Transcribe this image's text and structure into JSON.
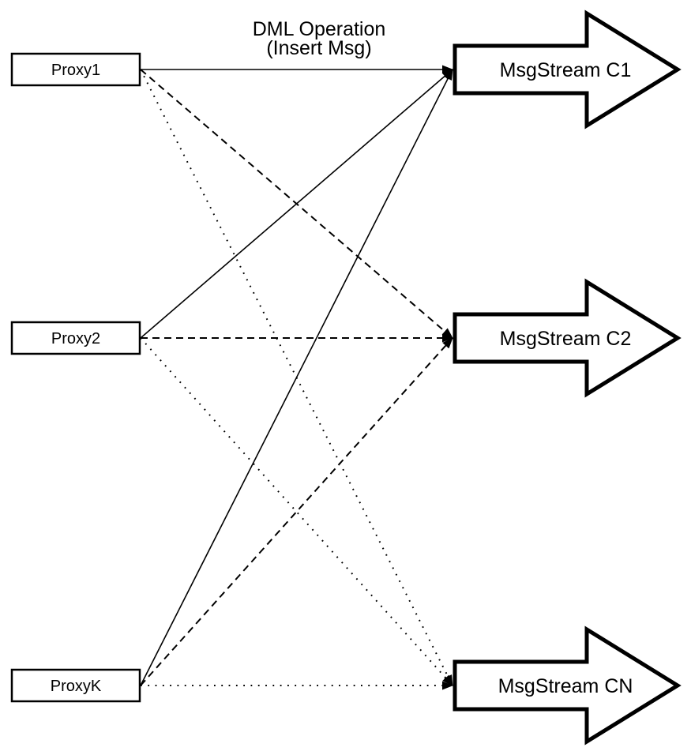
{
  "title": {
    "line1": "DML Operation",
    "line2": "(Insert Msg)"
  },
  "proxies": [
    {
      "id": "proxy1",
      "label": "Proxy1"
    },
    {
      "id": "proxy2",
      "label": "Proxy2"
    },
    {
      "id": "proxyK",
      "label": "ProxyK"
    }
  ],
  "streams": [
    {
      "id": "c1",
      "label": "MsgStream C1"
    },
    {
      "id": "c2",
      "label": "MsgStream C2"
    },
    {
      "id": "cn",
      "label": "MsgStream CN"
    }
  ],
  "connections": [
    {
      "from": "proxy1",
      "to": "c1",
      "style": "solid"
    },
    {
      "from": "proxy1",
      "to": "c2",
      "style": "dashed"
    },
    {
      "from": "proxy1",
      "to": "cn",
      "style": "dotted"
    },
    {
      "from": "proxy2",
      "to": "c1",
      "style": "solid"
    },
    {
      "from": "proxy2",
      "to": "c2",
      "style": "dashed"
    },
    {
      "from": "proxy2",
      "to": "cn",
      "style": "dotted"
    },
    {
      "from": "proxyK",
      "to": "c1",
      "style": "solid"
    },
    {
      "from": "proxyK",
      "to": "c2",
      "style": "dashed"
    },
    {
      "from": "proxyK",
      "to": "cn",
      "style": "dotted"
    }
  ],
  "colors": {
    "line": "#000000",
    "shape_fill": "#ffffff",
    "background": "#ffffff"
  }
}
